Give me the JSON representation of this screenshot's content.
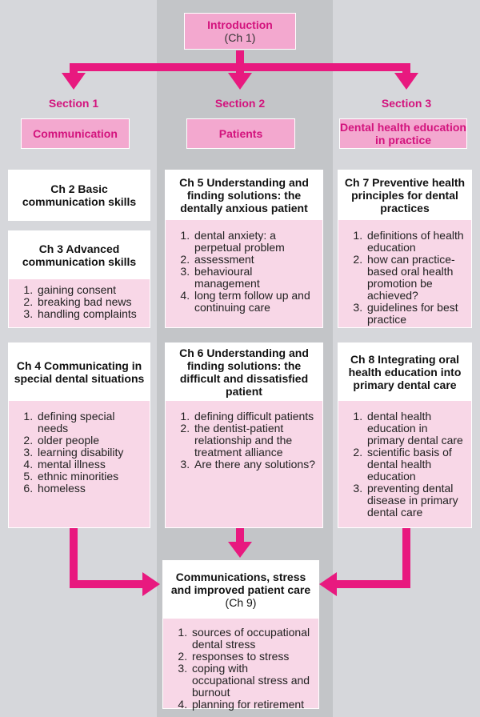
{
  "intro": {
    "title": "Introduction",
    "subtitle": "(Ch 1)"
  },
  "sections": [
    {
      "label": "Section 1",
      "theme": "Communication"
    },
    {
      "label": "Section 2",
      "theme": "Patients"
    },
    {
      "label": "Section 3",
      "theme": "Dental health education in practice"
    }
  ],
  "chapters": {
    "ch2": {
      "title": "Ch 2 Basic communication skills",
      "items": []
    },
    "ch3": {
      "title": "Ch 3 Advanced communication skills",
      "items": [
        "gaining consent",
        "breaking bad news",
        "handling complaints"
      ]
    },
    "ch4": {
      "title": "Ch 4 Communicating in special dental situations",
      "items": [
        "defining special needs",
        "older people",
        "learning disability",
        "mental illness",
        "ethnic minorities",
        "homeless"
      ]
    },
    "ch5": {
      "title": "Ch 5 Understanding and finding solutions: the dentally anxious patient",
      "items": [
        "dental anxiety: a perpetual problem",
        "assessment",
        "behavioural management",
        "long term follow up and continuing care"
      ]
    },
    "ch6": {
      "title": "Ch 6 Understanding and finding solutions: the difficult and dissatisfied patient",
      "items": [
        "defining difficult patients",
        "the dentist-patient relationship and the treatment alliance",
        "Are there any solutions?"
      ]
    },
    "ch7": {
      "title": "Ch 7 Preventive health principles for dental practices",
      "items": [
        "definitions of health education",
        "how can practice-based oral health promotion be achieved?",
        "guidelines for best practice"
      ]
    },
    "ch8": {
      "title": "Ch 8 Integrating oral health education into primary dental care",
      "items": [
        "dental health education in primary dental care",
        "scientific basis of dental health education",
        "preventing dental disease in primary dental care"
      ]
    },
    "ch9": {
      "title": "Communications, stress and improved patient care",
      "subtitle": "(Ch 9)",
      "items": [
        "sources of occupational dental stress",
        "responses to stress",
        "coping with occupational stress and burnout",
        "planning for retirement"
      ]
    }
  },
  "colors": {
    "accent": "#e8197f",
    "accent_text": "#d3137d",
    "pink_box": "#f3a8cf",
    "list_bg": "#f8d7e7",
    "panel_mid": "#c3c5c8",
    "panel_side": "#d6d7db"
  }
}
